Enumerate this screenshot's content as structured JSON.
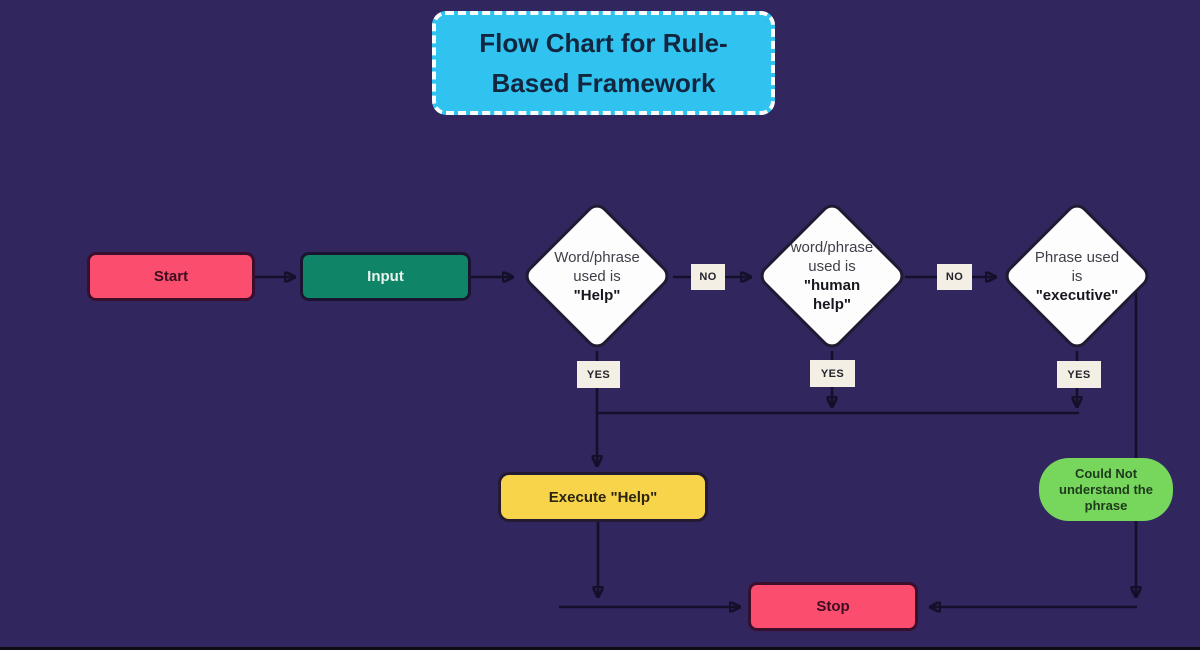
{
  "title": {
    "line1": "Flow Chart for Rule-",
    "line2": "Based Framework"
  },
  "flow": {
    "start": "Start",
    "input": "Input",
    "decision1": {
      "lines": [
        "Word/phrase",
        "used is"
      ],
      "bold": [
        "\"Help\""
      ]
    },
    "decision2": {
      "lines": [
        "word/phrase",
        "used is"
      ],
      "bold": [
        "\"human",
        "help\""
      ]
    },
    "decision3": {
      "lines": [
        "Phrase used",
        "is"
      ],
      "bold": [
        "\"executive\""
      ]
    },
    "execute": "Execute \"Help\"",
    "could_not": "Could Not understand the phrase",
    "stop": "Stop",
    "labels": {
      "no1": "NO",
      "no2": "NO",
      "yes1": "YES",
      "yes2": "YES",
      "yes3": "YES"
    }
  },
  "colors": {
    "background": "#32265f",
    "title_fill": "#30c3f0",
    "title_text": "#13263f",
    "pink": "#fb4d6e",
    "teal_green": "#0f8467",
    "yellow": "#f8d44a",
    "lime_green": "#77d65c",
    "diamond_fill": "#fdfdfd",
    "edge_line": "#15102a",
    "label_box": "#f4efe4"
  }
}
